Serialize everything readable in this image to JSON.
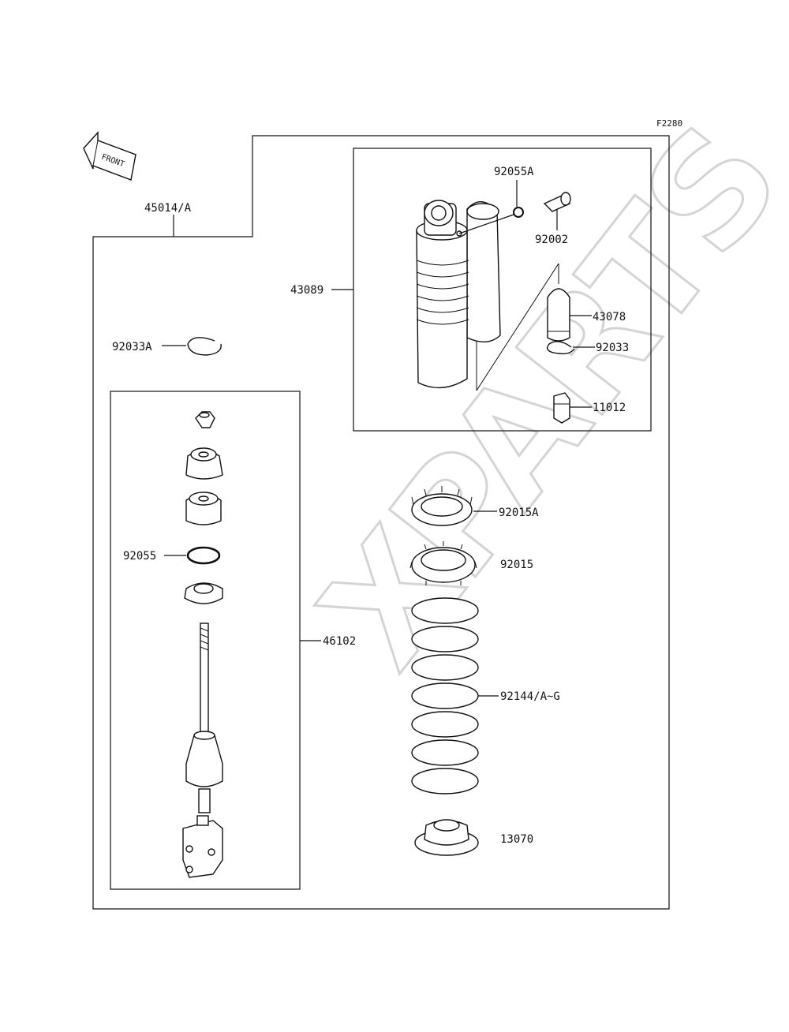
{
  "diagram_code": "F2280",
  "front_label": "FRONT",
  "watermark": "XPARTS",
  "parts": {
    "assembly": "45014/A",
    "shock_body": "43089",
    "oring_small": "92055A",
    "valve_core": "92002",
    "valve_cap": "43078",
    "circlip_small": "92033",
    "valve": "11012",
    "circlip_large": "92033A",
    "rod_assembly": "46102",
    "oring_large": "92055",
    "locknut": "92015A",
    "adjuster_nut": "92015",
    "spring": "92144/A~G",
    "spring_seat": "13070"
  }
}
